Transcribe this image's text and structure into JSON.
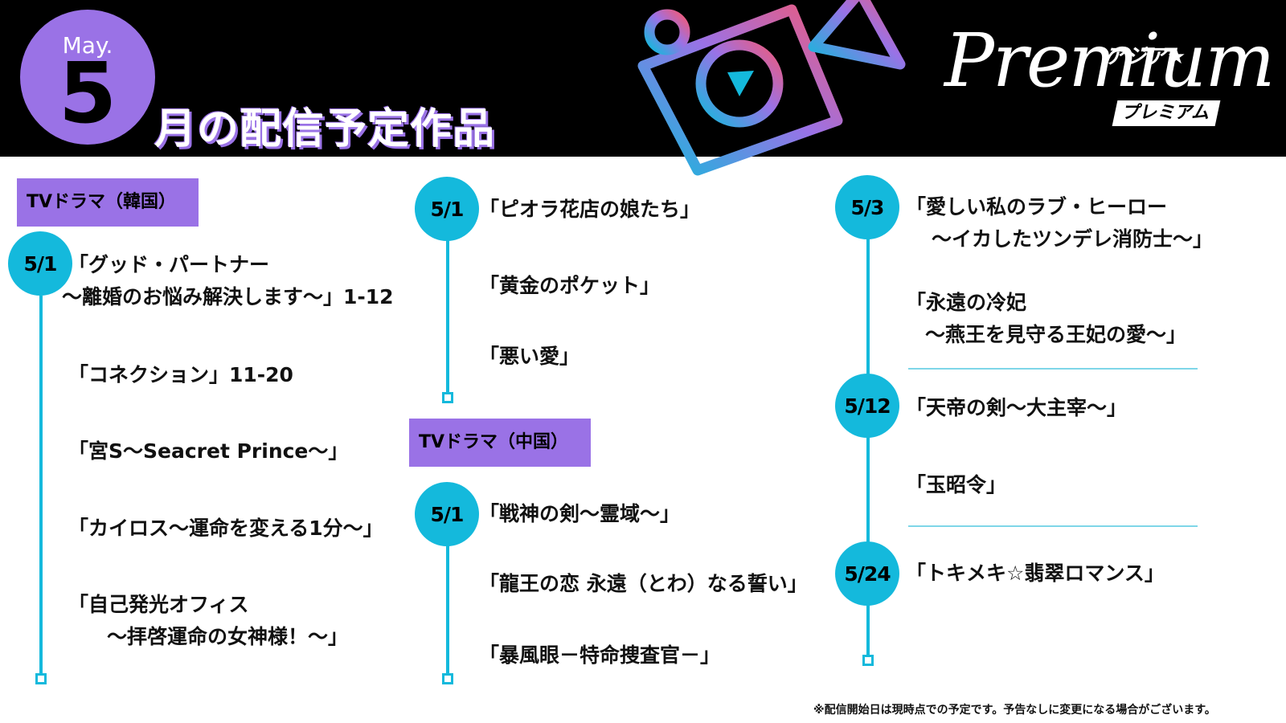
{
  "header": {
    "month_en": "May.",
    "month_num": "5",
    "title": "月の配信予定作品",
    "logo_script": "Premium",
    "logo_asia": "アジア★",
    "logo_sub": "プレミアム"
  },
  "genres": {
    "korea": "TVドラマ（韓国）",
    "china": "TVドラマ（中国）"
  },
  "col1": {
    "date": "5/1",
    "items": [
      {
        "l1": "「グッド・パートナー",
        "l2": "〜離婚のお悩み解決します〜」1-12"
      },
      {
        "l1": "「コネクション」11-20"
      },
      {
        "l1": "「宮S〜Seacret Prince〜」"
      },
      {
        "l1": "「カイロス〜運命を変える1分〜」"
      },
      {
        "l1": "「自己発光オフィス",
        "l2": "〜拝啓運命の女神様！〜」"
      }
    ]
  },
  "col2": {
    "korea_date": "5/1",
    "korea_items": [
      "「ピオラ花店の娘たち」",
      "「黄金のポケット」",
      "「悪い愛」"
    ],
    "china_date": "5/1",
    "china_items": [
      "「戦神の剣〜霊域〜」",
      "「龍王の恋 永遠（とわ）なる誓い」",
      "「暴風眼－特命捜査官－」"
    ]
  },
  "col3": {
    "d1": "5/3",
    "d1_items": [
      {
        "l1": "「愛しい私のラブ・ヒーロー",
        "l2": "〜イカしたツンデレ消防士〜」"
      },
      {
        "l1": "「永遠の冷妃",
        "l2": "〜燕王を見守る王妃の愛〜」"
      }
    ],
    "d2": "5/12",
    "d2_items": [
      "「天帝の剣〜大主宰〜」",
      "「玉昭令」"
    ],
    "d3": "5/24",
    "d3_items": [
      "「トキメキ☆翡翠ロマンス」"
    ]
  },
  "footnote": "※配信開始日は現時点での予定です。予告なしに変更になる場合がございます。",
  "colors": {
    "accent_purple": "#9a72e6",
    "accent_cyan": "#14b9dc",
    "camera_pink": "#ef5a7a"
  }
}
